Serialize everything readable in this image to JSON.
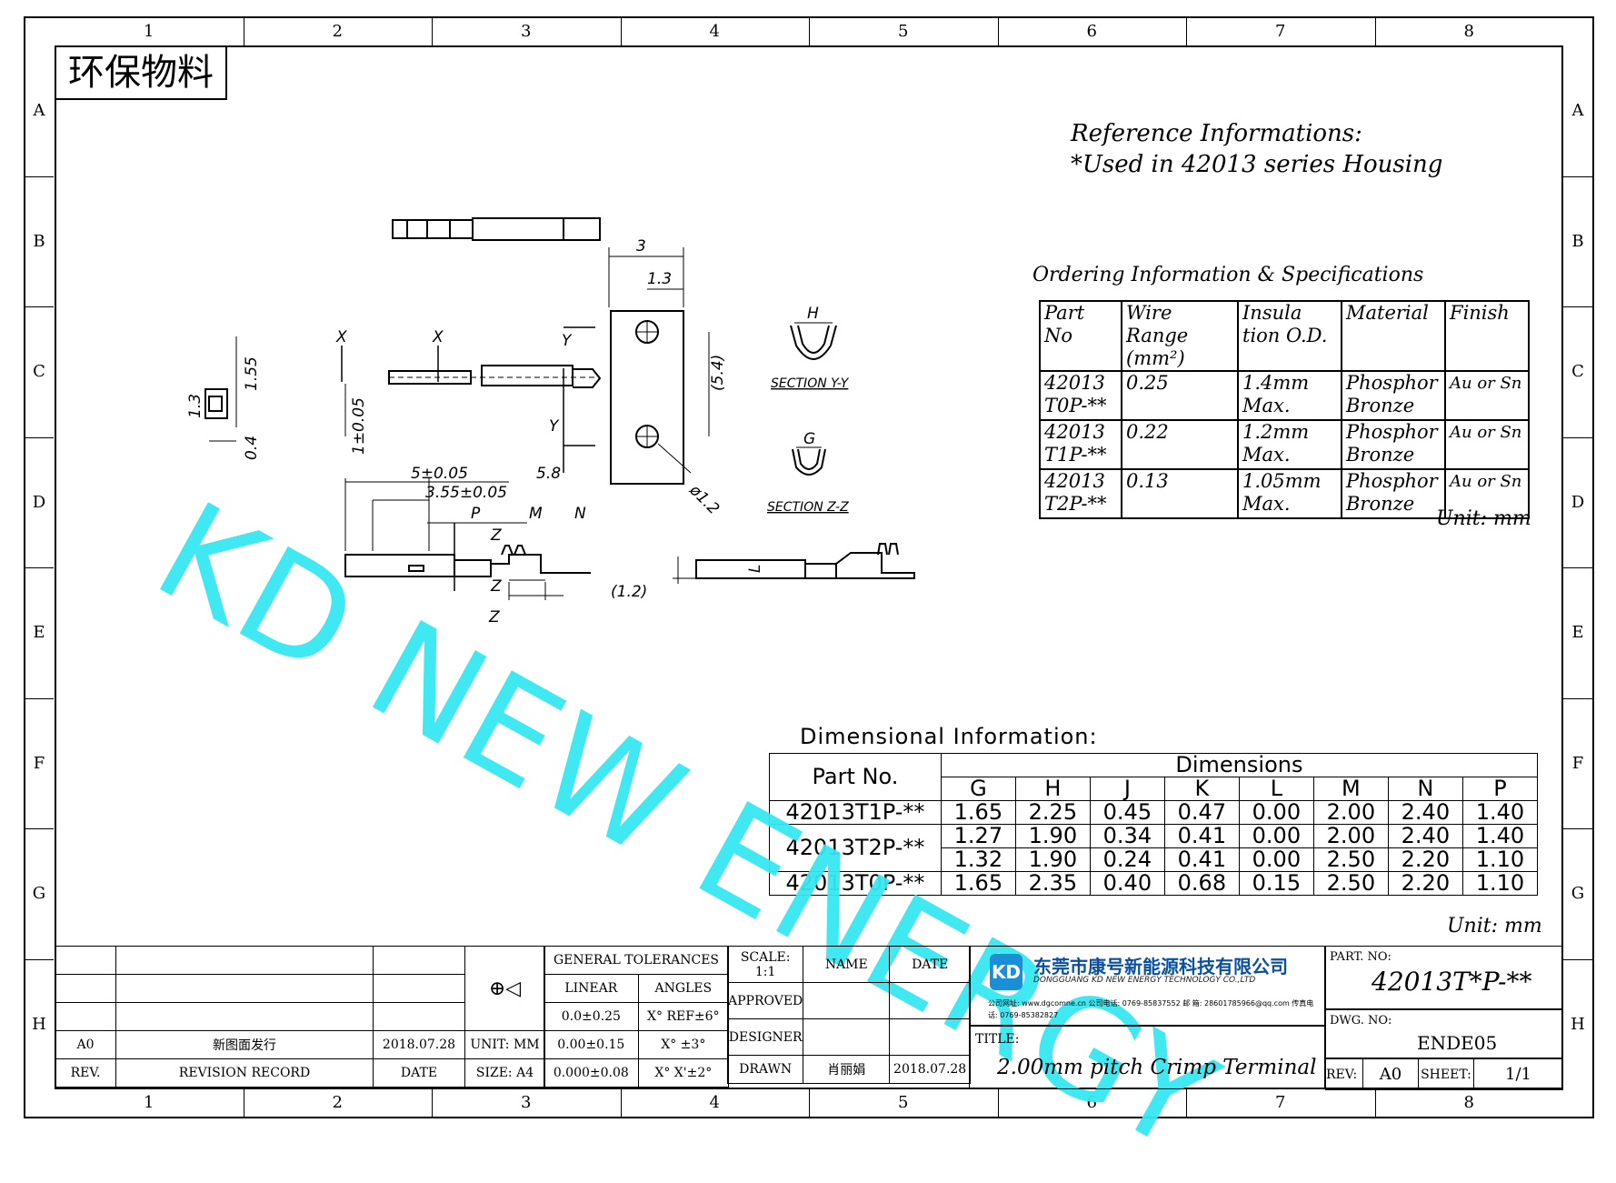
{
  "zones": {
    "columns": [
      "1",
      "2",
      "3",
      "4",
      "5",
      "6",
      "7",
      "8"
    ],
    "rows": [
      "A",
      "B",
      "C",
      "D",
      "E",
      "F",
      "G",
      "H"
    ]
  },
  "stamp": "环保物料",
  "watermark": "KD NEW ENERGY",
  "reference": {
    "line1": "Reference Informations:",
    "line2": "*Used in 42013 series Housing"
  },
  "ordering": {
    "title": "Ordering Information & Specifications",
    "headers": [
      "Part No",
      "Wire Range (mm²)",
      "Insula tion O.D.",
      "Material",
      "Finish"
    ],
    "rows": [
      {
        "part": "42013 T0P-**",
        "wire": "0.25",
        "od": "1.4mm Max.",
        "material": "Phosphor Bronze",
        "finish": "Au or Sn"
      },
      {
        "part": "42013 T1P-**",
        "wire": "0.22",
        "od": "1.2mm Max.",
        "material": "Phosphor Bronze",
        "finish": "Au or Sn"
      },
      {
        "part": "42013 T2P-**",
        "wire": "0.13",
        "od": "1.05mm Max.",
        "material": "Phosphor Bronze",
        "finish": "Au or Sn"
      }
    ],
    "unit": "Unit: mm"
  },
  "dimensional": {
    "title": "Dimensional Information:",
    "part_header": "Part No.",
    "group_header": "Dimensions",
    "columns": [
      "G",
      "H",
      "J",
      "K",
      "L",
      "M",
      "N",
      "P"
    ],
    "rows": [
      {
        "part": "42013T1P-**",
        "values": [
          "1.65",
          "2.25",
          "0.45",
          "0.47",
          "0.00",
          "2.00",
          "2.40",
          "1.40"
        ]
      },
      {
        "part": "42013T2P-**",
        "values": [
          "1.27",
          "1.90",
          "0.34",
          "0.41",
          "0.00",
          "2.00",
          "2.40",
          "1.40"
        ]
      },
      {
        "part": "",
        "values": [
          "1.32",
          "1.90",
          "0.24",
          "0.41",
          "0.00",
          "2.50",
          "2.20",
          "1.10"
        ]
      },
      {
        "part": "42013T0P-**",
        "values": [
          "1.65",
          "2.35",
          "0.40",
          "0.68",
          "0.15",
          "2.50",
          "2.20",
          "1.10"
        ]
      }
    ],
    "unit": "Unit: mm"
  },
  "drawing_labels": {
    "section_yy": "SECTION Y-Y",
    "section_zz": "SECTION Z-Z",
    "d_3": "3",
    "d_13a": "1.3",
    "d_54": "(5.4)",
    "d_phi": "ø1.2",
    "d_155": "1.55",
    "d_13b": "1.3",
    "d_04": "0.4",
    "d_1tol": "1±0.05",
    "d_5tol": "5±0.05",
    "d_58": "5.8",
    "d_355": "3.55±0.05",
    "d_12": "(1.2)",
    "P": "P",
    "M": "M",
    "N": "N",
    "H": "H",
    "G": "G",
    "L": "L",
    "X": "X",
    "Y": "Y",
    "Z": "Z"
  },
  "title_block": {
    "gen_tol": "GENERAL TOLERANCES",
    "linear": "LINEAR",
    "angles": "ANGLES",
    "tol1": "0.0±0.25",
    "ang1": "X° REF±6°",
    "tol2": "0.00±0.15",
    "ang2": "X° ±3°",
    "tol3": "0.000±0.08",
    "ang3": "X° X'±2°",
    "unit": "UNIT: MM",
    "size": "SIZE: A4",
    "scale_label": "SCALE:",
    "scale_value": "1:1",
    "name": "NAME",
    "date_h": "DATE",
    "approved": "APPROVED",
    "designer": "DESIGNER",
    "drawn": "DRAWN",
    "drawn_name": "肖丽娟",
    "drawn_date": "2018.07.28",
    "rev_code": "A0",
    "rev_record": "新图面发行",
    "rev_date": "2018.07.28",
    "rev_h": "REV.",
    "record_h": "REVISION RECORD",
    "date_col": "DATE",
    "company_cn": "东莞市康号新能源科技有限公司",
    "company_en": "DONGGUANG KD NEW ENERGY TECHNOLOGY CO.,LTD",
    "contact": "公司网址: www.dgcomne.cn  公司电话: 0769-85837552  邮  箱: 28601785966@qq.com  传真电话: 0769-85382827",
    "logo_text": "KD",
    "part_no_label": "PART. NO:",
    "part_no": "42013T*P-**",
    "dwg_label": "DWG. NO:",
    "dwg_no": "ENDE05",
    "title_label": "TITLE:",
    "title": "2.00mm pitch Crimp Terminal",
    "rev_label": "REV:",
    "rev": "A0",
    "sheet_label": "SHEET:",
    "sheet": "1/1"
  }
}
